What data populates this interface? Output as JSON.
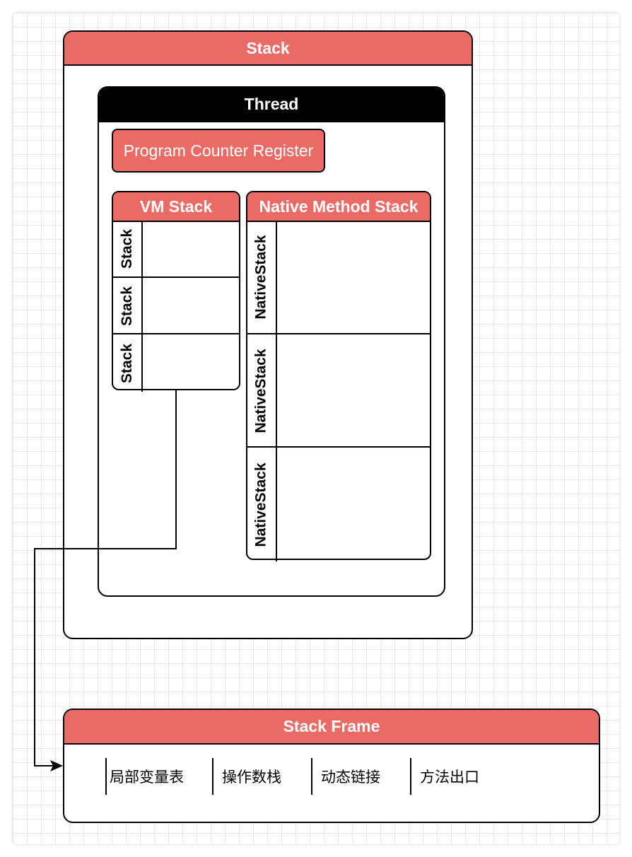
{
  "stack": {
    "title": "Stack"
  },
  "thread": {
    "title": "Thread"
  },
  "program_counter": {
    "label": "Program Counter Register"
  },
  "vm_stack": {
    "title": "VM Stack",
    "lanes": [
      "Stack",
      "Stack",
      "Stack"
    ]
  },
  "native_method_stack": {
    "title": "Native Method Stack",
    "lanes": [
      "NativeStack",
      "NativeStack",
      "NativeStack"
    ]
  },
  "stack_frame": {
    "title": "Stack Frame",
    "items": [
      "局部变量表",
      "操作数栈",
      "动态链接",
      "方法出口"
    ]
  },
  "colors": {
    "header_red": "#ea6b66",
    "header_black": "#000000",
    "stroke": "#000000"
  }
}
